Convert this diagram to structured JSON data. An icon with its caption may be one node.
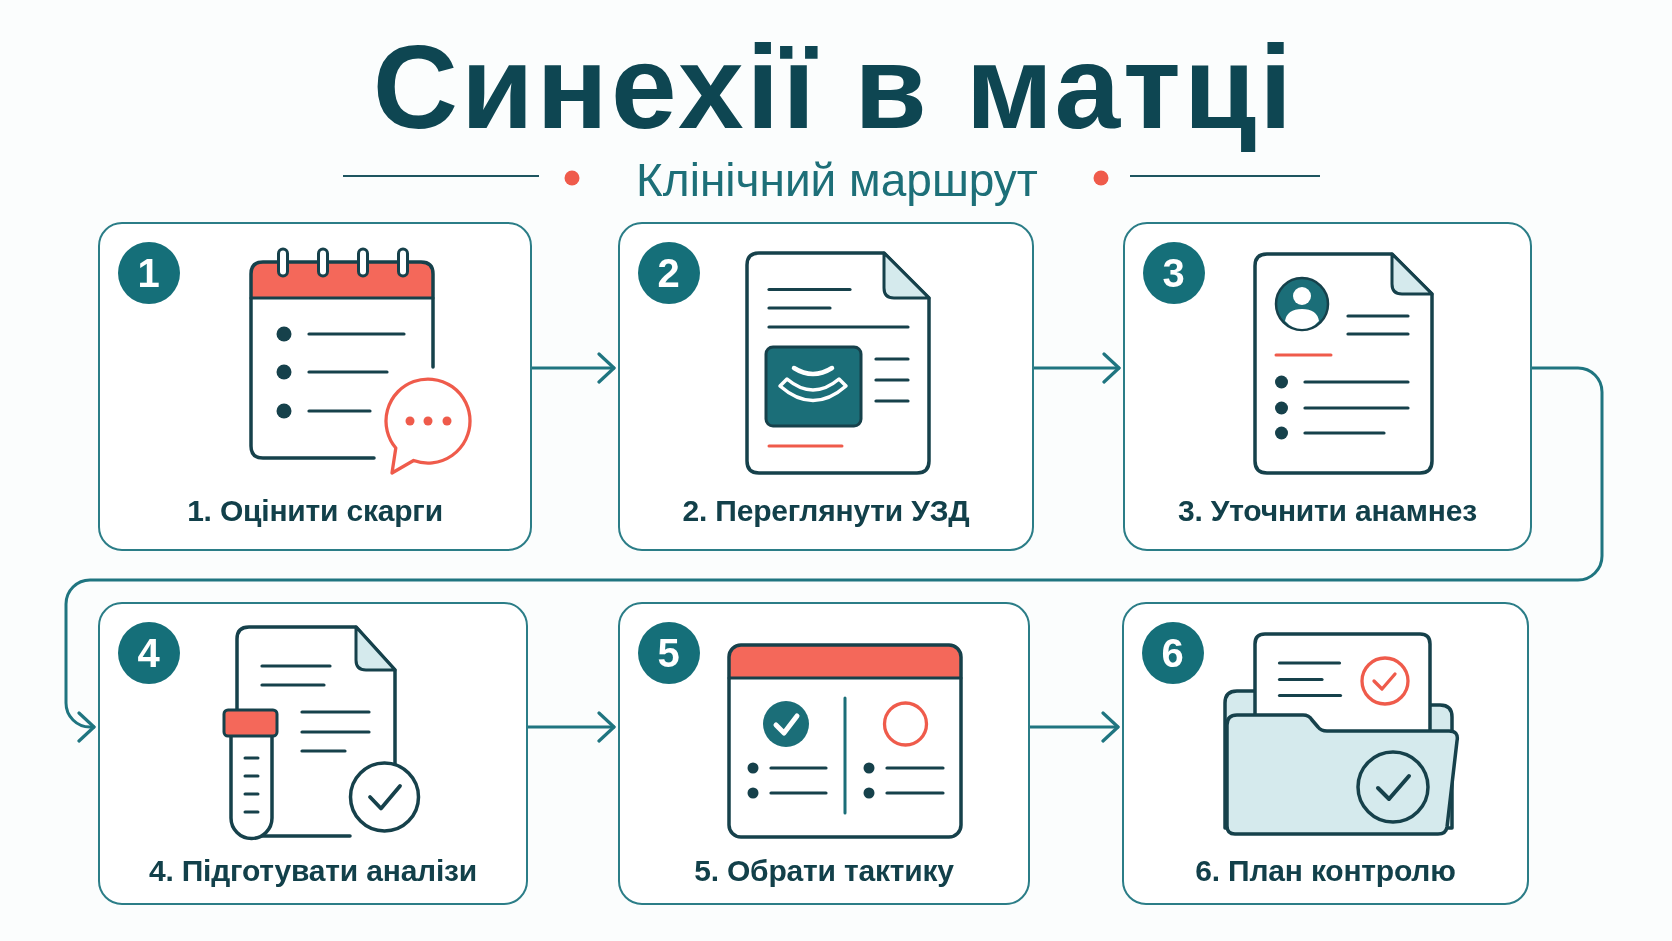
{
  "diagram": {
    "title": "Синехії в матці",
    "nodes": [
      {
        "text": [
          "1. Оцінити скарги"
        ]
      },
      {
        "text": [
          "1"
        ],
        "in": 0
      },
      {
        "text": [
          "2. Переглянути УЗД"
        ]
      },
      {
        "text": [
          "2"
        ],
        "in": 2
      },
      {
        "text": [
          "3. Уточнити анамнез"
        ]
      },
      {
        "text": [
          "3"
        ],
        "in": 4
      },
      {
        "text": [
          "4. Підготувати аналізи"
        ]
      },
      {
        "text": [
          "4"
        ],
        "in": 6
      },
      {
        "text": [
          "5. Обрати тактику"
        ]
      },
      {
        "text": [
          "5"
        ],
        "in": 8
      },
      {
        "text": [
          "6. План контролю"
        ]
      },
      {
        "text": [
          "6"
        ],
        "in": 10
      }
    ],
    "edges": [
      {
        "from": 0,
        "to": 2,
        "arrow": "to"
      },
      {
        "from": 2,
        "to": 4,
        "arrow": "to"
      },
      {
        "from": 4,
        "to": 6,
        "arrow": "to"
      },
      {
        "from": 6,
        "to": 8,
        "arrow": "to"
      },
      {
        "from": 8,
        "to": 10,
        "arrow": "to"
      }
    ],
    "labels": [
      "Клінічний маршрут"
    ]
  }
}
